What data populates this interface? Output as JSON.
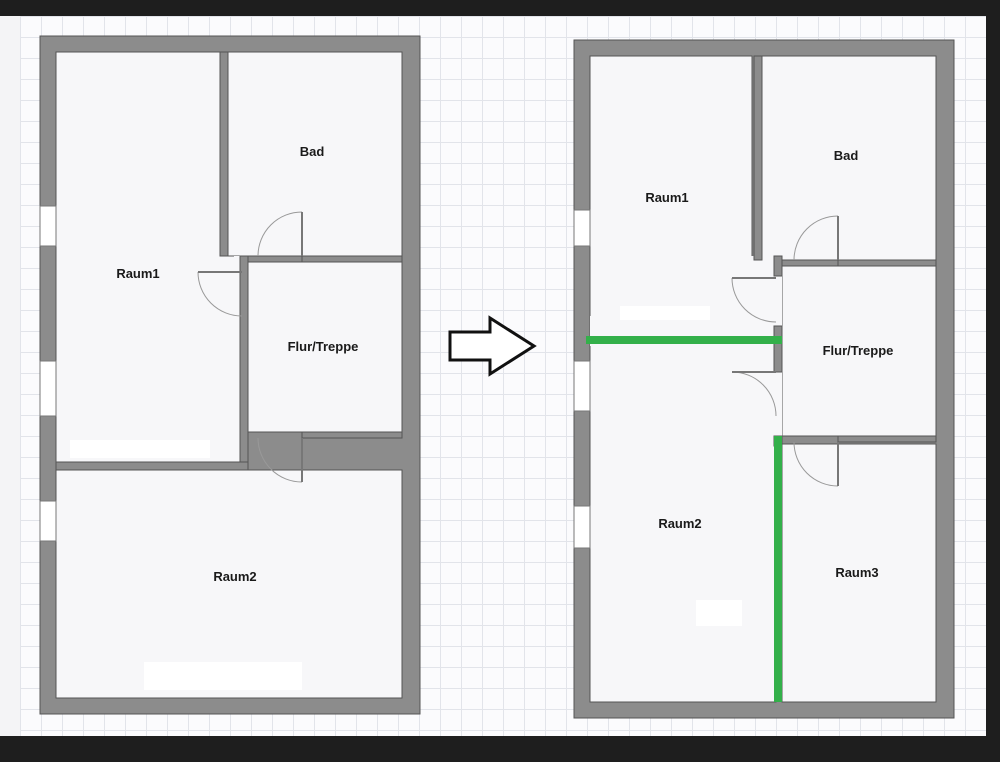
{
  "colors": {
    "wall": "#8c8c8c",
    "wall_stroke": "#555555",
    "room_fill": "#f7f7f9",
    "new_wall": "#33b04a",
    "arrow": "#111111"
  },
  "before_plan": {
    "rooms": {
      "raum1": "Raum1",
      "bad": "Bad",
      "flur": "Flur/Treppe",
      "raum2": "Raum2"
    }
  },
  "after_plan": {
    "rooms": {
      "raum1": "Raum1",
      "bad": "Bad",
      "flur": "Flur/Treppe",
      "raum2": "Raum2",
      "raum3": "Raum3"
    }
  },
  "arrow": {
    "icon": "arrow-right-outline-icon"
  }
}
